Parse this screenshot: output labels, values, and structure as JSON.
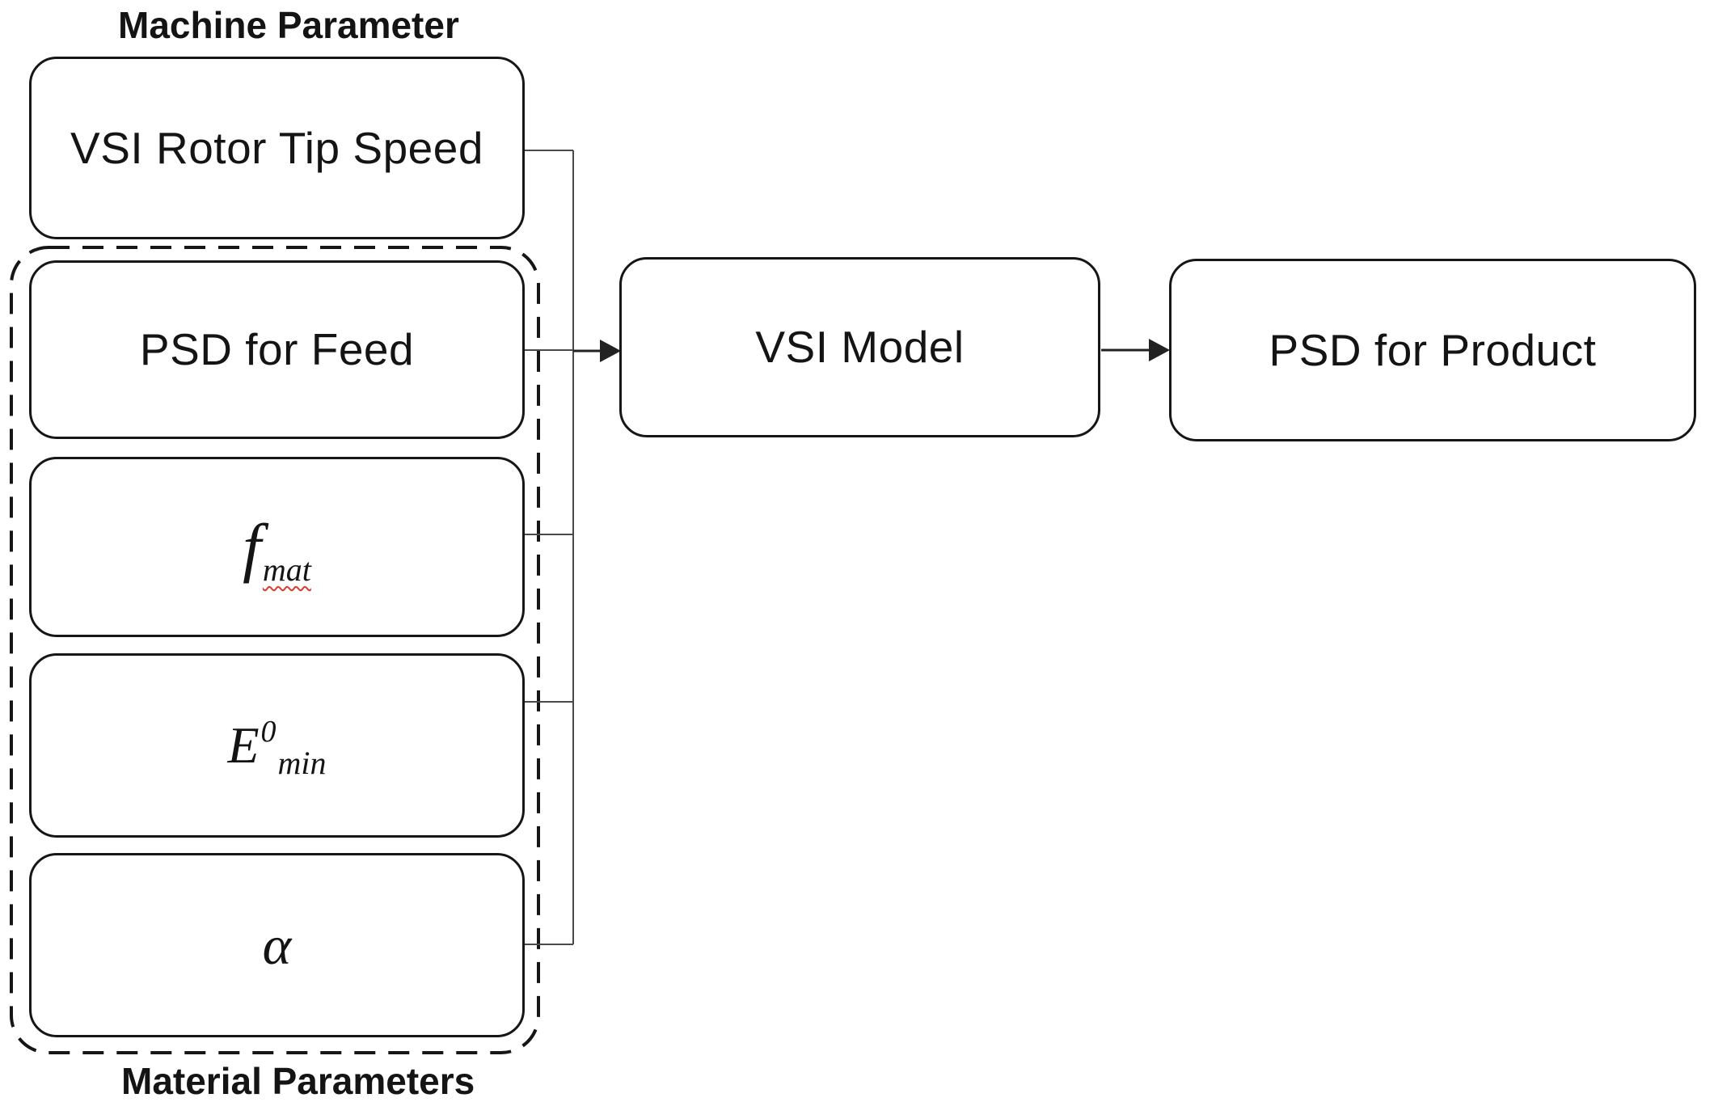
{
  "diagram": {
    "type": "flowchart",
    "group_labels": {
      "machine": "Machine Parameter",
      "material": "Material Parameters"
    },
    "nodes": {
      "rotor_tip_speed": {
        "label": "VSI Rotor Tip Speed"
      },
      "psd_feed": {
        "label": "PSD for Feed"
      },
      "f_mat": {
        "base": "f",
        "sub": "mat"
      },
      "e_min": {
        "base": "E",
        "sup": "0",
        "sub": "min"
      },
      "alpha": {
        "symbol": "α"
      },
      "vsi_model": {
        "label": "VSI Model"
      },
      "psd_product": {
        "label": "PSD for Product"
      }
    },
    "edges": [
      "VSI Rotor Tip Speed → VSI Model",
      "PSD for Feed → VSI Model",
      "f_mat → VSI Model",
      "E0_min → VSI Model",
      "α → VSI Model",
      "VSI Model → PSD for Product"
    ],
    "colors": {
      "bg": "#ffffff",
      "border": "#161616",
      "text": "#141414",
      "connector": "#4a4a4a",
      "connector_dark": "#222222",
      "spellcheck": "#e03a2f"
    }
  }
}
